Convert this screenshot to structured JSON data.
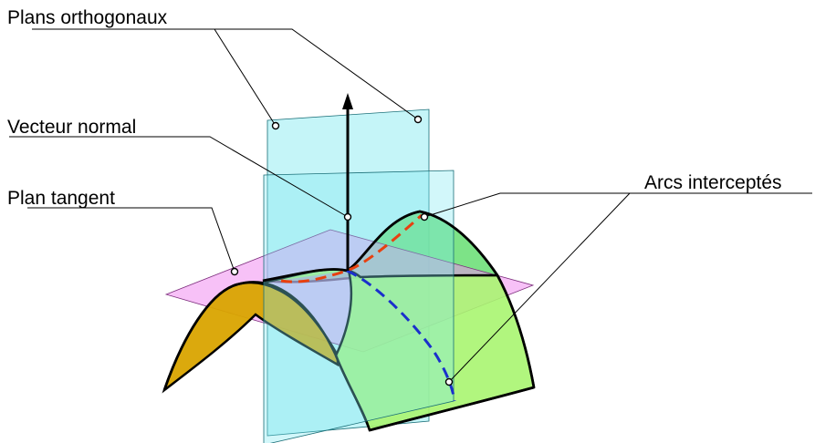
{
  "labels": {
    "plans_orthogonaux": "Plans orthogonaux",
    "vecteur_normal": "Vecteur normal",
    "plan_tangent": "Plan tangent",
    "arcs_interceptes": "Arcs interceptés"
  },
  "colors": {
    "tangent_plane_fill": "#f08ef0",
    "orthogonal_plane_fill": "#7fe8f0",
    "surface_green": "#a8f570",
    "surface_dark_green": "#6fe07a",
    "surface_underside": "#d9a400",
    "curve_red": "#e8400f",
    "curve_blue": "#1a2fcc",
    "outline": "#000000"
  },
  "icons": {
    "normal_vector": "arrow-up-icon",
    "anchor_points": "hollow-circle-marker"
  }
}
